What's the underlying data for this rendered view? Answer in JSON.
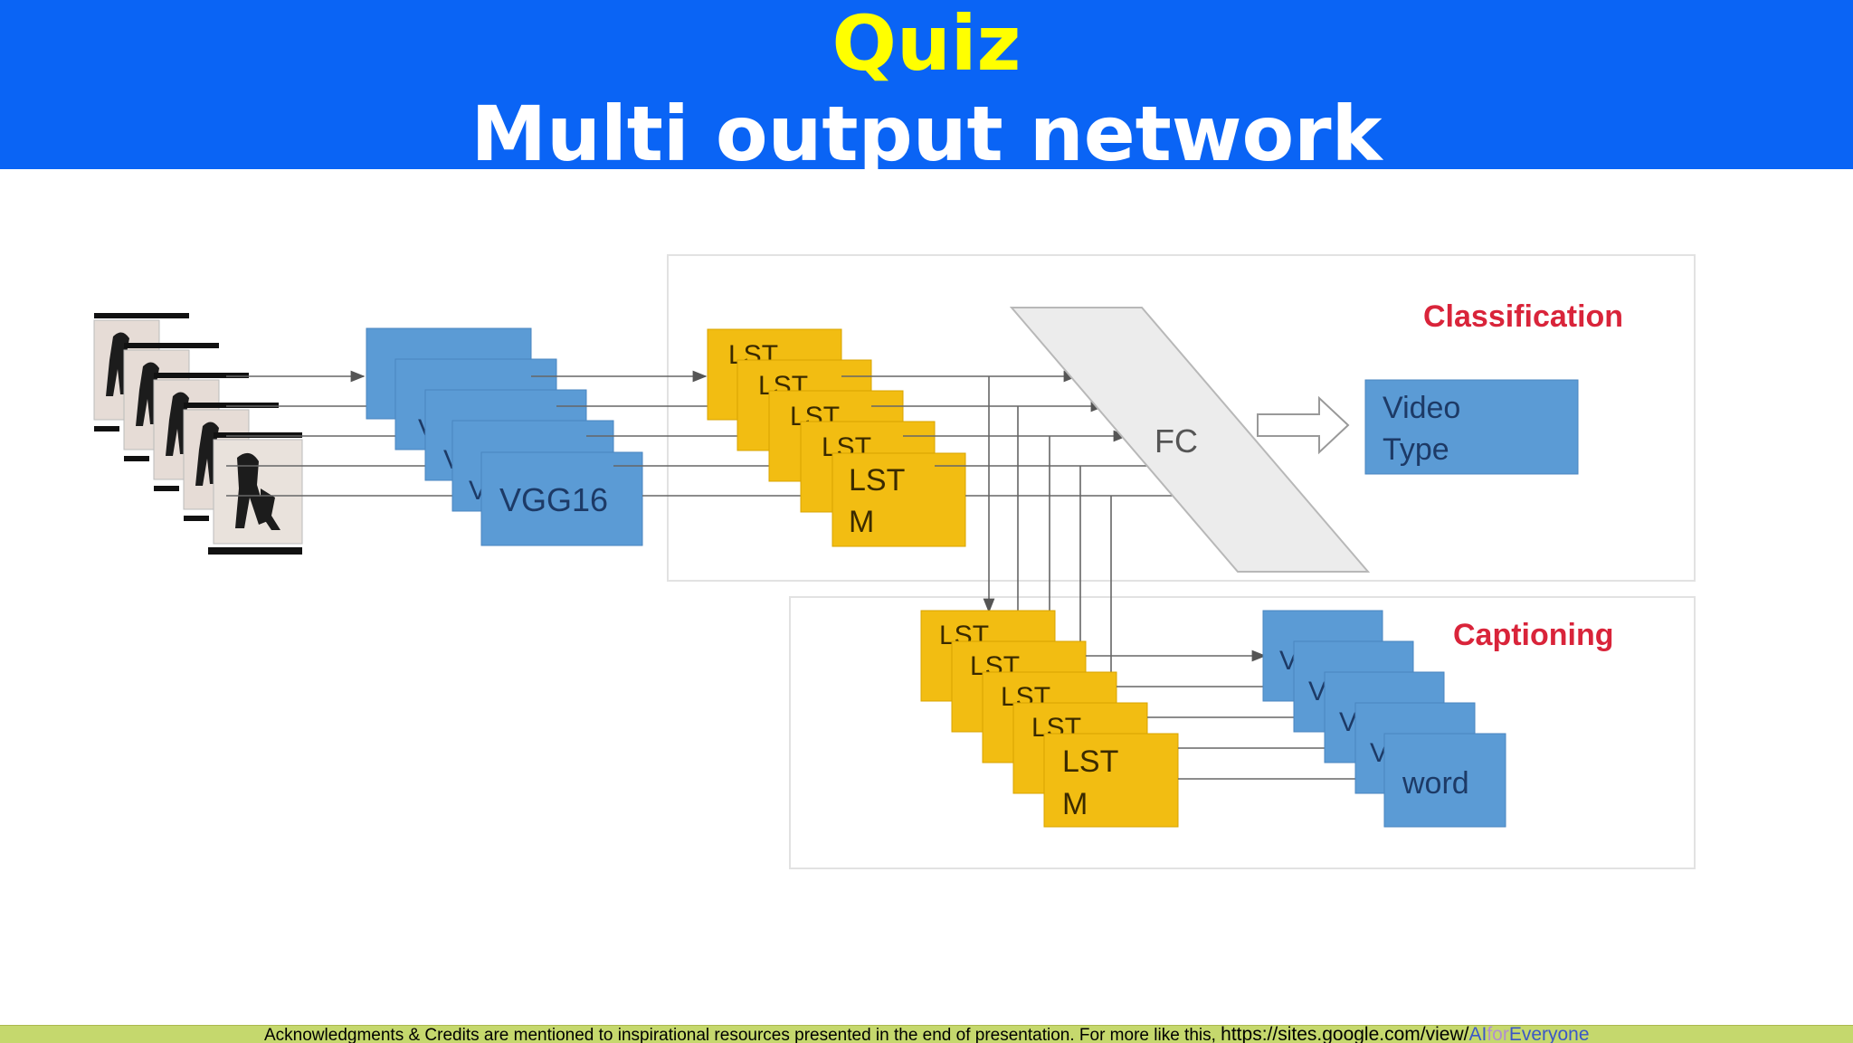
{
  "header": {
    "title": "Quiz",
    "subtitle": "Multi output network"
  },
  "diagram": {
    "cnn_label": "VGG16",
    "lstm_label_line1": "LST",
    "lstm_label_line2": "M",
    "fc_label": "FC",
    "classification_title": "Classification",
    "classification_output_line1": "Video",
    "classification_output_line2": "Type",
    "captioning_title": "Captioning",
    "captioning_output": "word",
    "colors": {
      "header_bg": "#0a64f5",
      "title": "#ffff00",
      "box_blue": "#5b9bd5",
      "box_yellow": "#f2bd12",
      "section_title": "#d9243a"
    }
  },
  "footer": {
    "credits": "Acknowledgments & Credits are mentioned to inspirational resources presented in the end of presentation.  For more like this, ",
    "url_prefix": "https://sites.google.com/view/",
    "url_ai": "AI",
    "url_for": "for",
    "url_everyone": "Everyone"
  }
}
